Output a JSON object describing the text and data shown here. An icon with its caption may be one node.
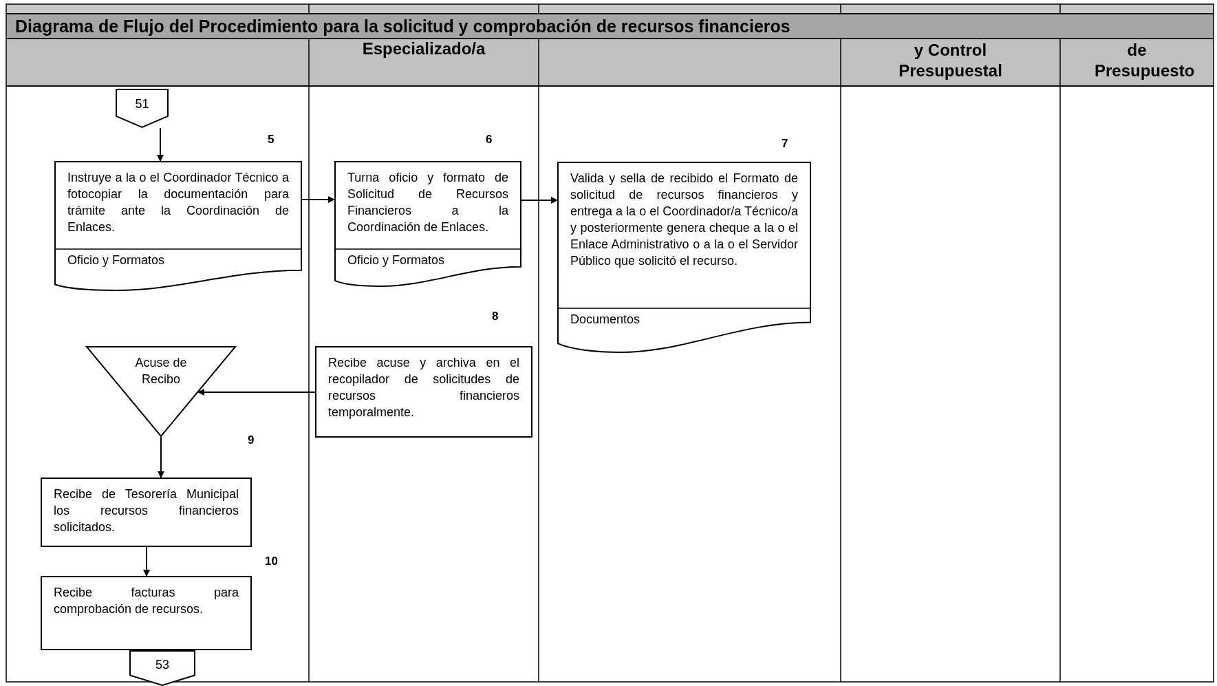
{
  "diagram": {
    "title": "Diagrama de Flujo del Procedimiento para la solicitud y comprobación de recursos financieros",
    "nodes": [
      {
        "text": [
          "51"
        ]
      },
      {
        "text": [
          "Instruye a la o el Coordinador Técnico a fotocopiar la documentación para trámite ante la Coordinación de Enlaces.",
          "Oficio y Formatos"
        ],
        "beside": [
          "5"
        ]
      },
      {
        "text": [
          "Turna oficio y formato de Solicitud de Recursos Financieros a la Coordinación de Enlaces.",
          "Oficio y Formatos"
        ],
        "beside": [
          "6"
        ]
      },
      {
        "text": [
          "Valida y sella de recibido el Formato de solicitud de recursos financieros y entrega a la o el Coordinador/a Técnico/a y posteriormente genera cheque a la o el Enlace Administrativo o a la o el Servidor Público que solicitó el recurso.",
          "Documentos"
        ],
        "beside": [
          "7"
        ]
      },
      {
        "text": [
          "Acuse de Recibo"
        ]
      },
      {
        "text": [
          "Recibe acuse y archiva en el recopilador de solicitudes de recursos financieros temporalmente."
        ],
        "beside": [
          "8"
        ]
      },
      {
        "text": [
          "Recibe de Tesorería Municipal los recursos financieros solicitados."
        ]
      },
      {
        "text": [
          "Recibe facturas para comprobación de recursos."
        ],
        "beside": [
          "10"
        ]
      },
      {
        "text": [
          "53"
        ]
      }
    ],
    "edges": [
      {
        "from": 0,
        "to": 1,
        "arrow": "to"
      },
      {
        "from": 1,
        "to": 2,
        "arrow": "to"
      },
      {
        "from": 2,
        "to": 3,
        "arrow": "to"
      },
      {
        "from": 5,
        "to": 4,
        "arrow": "to"
      },
      {
        "from": 4,
        "to": 6,
        "arrow": "to"
      },
      {
        "from": 6,
        "to": 7,
        "arrow": "to"
      }
    ],
    "labels": [
      "Especializado/a",
      "y Control Presupuestal",
      "de Presupuesto",
      "9"
    ]
  }
}
